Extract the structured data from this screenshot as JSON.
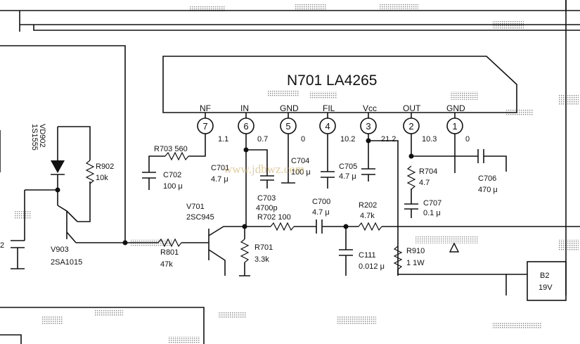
{
  "ic": {
    "label": "N701  LA4265",
    "pins": [
      {
        "num": "7",
        "name": "NF",
        "voltage": "1.1"
      },
      {
        "num": "6",
        "name": "IN",
        "voltage": "0.7"
      },
      {
        "num": "5",
        "name": "GND",
        "voltage": "0"
      },
      {
        "num": "4",
        "name": "FIL",
        "voltage": "10.2"
      },
      {
        "num": "3",
        "name": "Vcc",
        "voltage": "21.2"
      },
      {
        "num": "2",
        "name": "OUT",
        "voltage": "10.3"
      },
      {
        "num": "1",
        "name": "GND",
        "voltage": "0"
      }
    ]
  },
  "components": {
    "vd902_name": "VD902",
    "vd902_part": "1S1555",
    "r902_name": "R902",
    "r902_value": "10k",
    "v903_name": "V903",
    "v903_part": "2SA1015",
    "c_left_num": "2",
    "r703": "R703 560",
    "c702_name": "C702",
    "c702_value": "100 μ",
    "c701_name": "C701",
    "c701_value": "4.7 μ",
    "c704_name": "C704",
    "c704_value": "100 μ",
    "c705_name": "C705",
    "c705_value": "4.7 μ",
    "c703_name": "C703",
    "c703_value": "4700p",
    "v701_name": "V701",
    "v701_part": "2SC945",
    "r702": "R702 100",
    "c700_name": "C700",
    "c700_value": "4.7 μ",
    "r202_name": "R202",
    "r202_value": "4.7k",
    "r801_name": "R801",
    "r801_value": "47k",
    "r701_name": "R701",
    "r701_value": "3.3k",
    "c111_name": "C111",
    "c111_value": "0.012 μ",
    "r910_name": "R910",
    "r910_value": "1 1W",
    "r704_name": "R704",
    "r704_value": "4.7",
    "c707_name": "C707",
    "c707_value": "0.1 μ",
    "c706_name": "C706",
    "c706_value": "470 μ",
    "b2_name": "B2",
    "b2_value": "19V"
  },
  "watermark": "www.jdbwz.com"
}
